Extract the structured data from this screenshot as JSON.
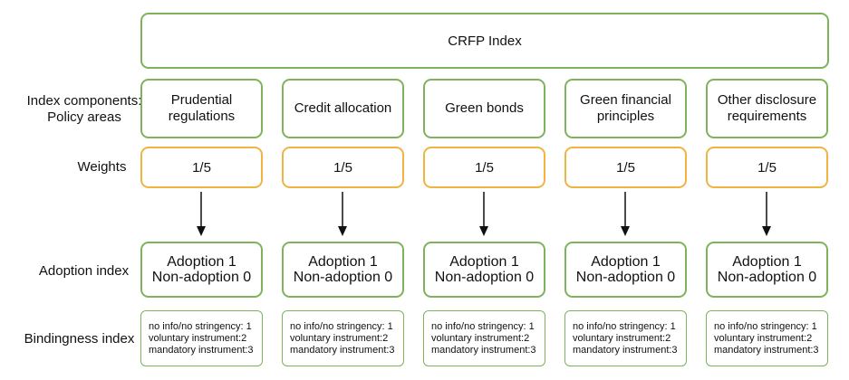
{
  "title": "CRFP Index",
  "row_labels": {
    "components_line1": "Index components:",
    "components_line2": "Policy areas",
    "weights": "Weights",
    "adoption": "Adoption index",
    "bindingness": "Bindingness index"
  },
  "columns": [
    {
      "component": "Prudential regulations",
      "weight": "1/5",
      "adoption_line1": "Adoption 1",
      "adoption_line2": "Non-adoption 0",
      "bind_line1": "no info/no stringency: 1",
      "bind_line2": "voluntary instrument:2",
      "bind_line3": "mandatory instrument:3"
    },
    {
      "component": "Credit allocation",
      "weight": "1/5",
      "adoption_line1": "Adoption 1",
      "adoption_line2": "Non-adoption 0",
      "bind_line1": "no info/no stringency: 1",
      "bind_line2": "voluntary instrument:2",
      "bind_line3": "mandatory instrument:3"
    },
    {
      "component": "Green bonds",
      "weight": "1/5",
      "adoption_line1": "Adoption 1",
      "adoption_line2": "Non-adoption 0",
      "bind_line1": "no info/no stringency: 1",
      "bind_line2": "voluntary instrument:2",
      "bind_line3": "mandatory instrument:3"
    },
    {
      "component": "Green financial principles",
      "weight": "1/5",
      "adoption_line1": "Adoption 1",
      "adoption_line2": "Non-adoption 0",
      "bind_line1": "no info/no stringency: 1",
      "bind_line2": "voluntary instrument:2",
      "bind_line3": "mandatory instrument:3"
    },
    {
      "component": "Other disclosure requirements",
      "weight": "1/5",
      "adoption_line1": "Adoption 1",
      "adoption_line2": "Non-adoption 0",
      "bind_line1": "no info/no stringency: 1",
      "bind_line2": "voluntary instrument:2",
      "bind_line3": "mandatory instrument:3"
    }
  ],
  "colors": {
    "green_border": "#7db45a",
    "orange_border": "#efb443",
    "arrow": "#111111"
  }
}
